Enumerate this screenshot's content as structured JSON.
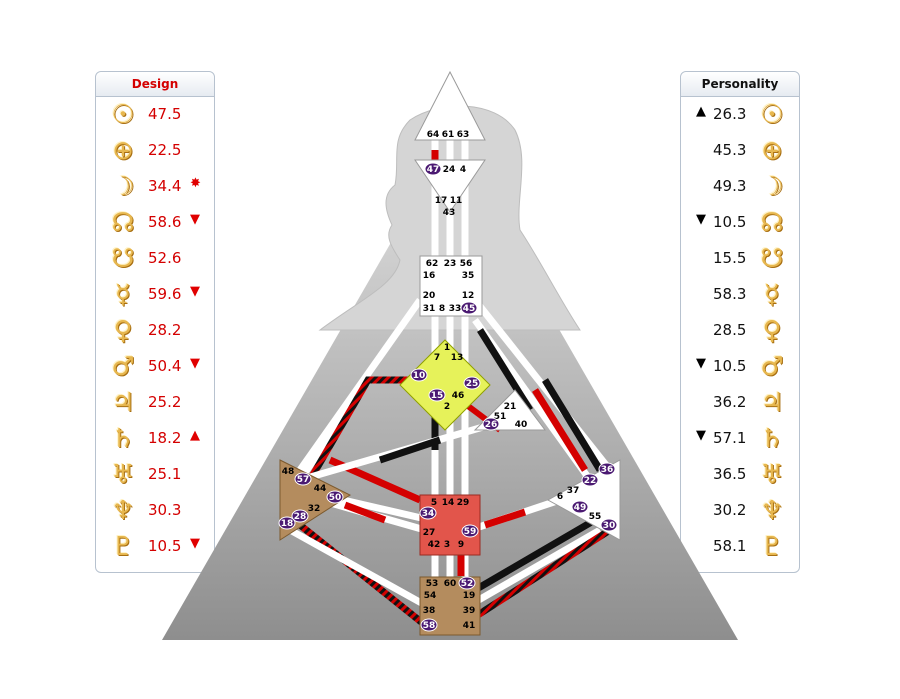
{
  "design": {
    "title": "Design",
    "rows": [
      {
        "planet": "sun-icon",
        "glyph": "☉",
        "value": "47.5",
        "mark": ""
      },
      {
        "planet": "earth-icon",
        "glyph": "⊕",
        "value": "22.5",
        "mark": ""
      },
      {
        "planet": "moon-icon",
        "glyph": "☽",
        "value": "34.4",
        "mark": "✸"
      },
      {
        "planet": "north-node-icon",
        "glyph": "☊",
        "value": "58.6",
        "mark": "▼"
      },
      {
        "planet": "south-node-icon",
        "glyph": "☋",
        "value": "52.6",
        "mark": ""
      },
      {
        "planet": "mercury-icon",
        "glyph": "☿",
        "value": "59.6",
        "mark": "▼"
      },
      {
        "planet": "venus-icon",
        "glyph": "♀",
        "value": "28.2",
        "mark": ""
      },
      {
        "planet": "mars-icon",
        "glyph": "♂",
        "value": "50.4",
        "mark": "▼"
      },
      {
        "planet": "jupiter-icon",
        "glyph": "♃",
        "value": "25.2",
        "mark": ""
      },
      {
        "planet": "saturn-icon",
        "glyph": "♄",
        "value": "18.2",
        "mark": "▲"
      },
      {
        "planet": "uranus-icon",
        "glyph": "♅",
        "value": "25.1",
        "mark": ""
      },
      {
        "planet": "neptune-icon",
        "glyph": "♆",
        "value": "30.3",
        "mark": ""
      },
      {
        "planet": "pluto-icon",
        "glyph": "♇",
        "value": "10.5",
        "mark": "▼"
      }
    ]
  },
  "personality": {
    "title": "Personality",
    "rows": [
      {
        "planet": "sun-icon",
        "glyph": "☉",
        "value": "26.3",
        "mark": "▲"
      },
      {
        "planet": "earth-icon",
        "glyph": "⊕",
        "value": "45.3",
        "mark": ""
      },
      {
        "planet": "moon-icon",
        "glyph": "☽",
        "value": "49.3",
        "mark": ""
      },
      {
        "planet": "north-node-icon",
        "glyph": "☊",
        "value": "10.5",
        "mark": "▼"
      },
      {
        "planet": "south-node-icon",
        "glyph": "☋",
        "value": "15.5",
        "mark": ""
      },
      {
        "planet": "mercury-icon",
        "glyph": "☿",
        "value": "58.3",
        "mark": ""
      },
      {
        "planet": "venus-icon",
        "glyph": "♀",
        "value": "28.5",
        "mark": ""
      },
      {
        "planet": "mars-icon",
        "glyph": "♂",
        "value": "10.5",
        "mark": "▼"
      },
      {
        "planet": "jupiter-icon",
        "glyph": "♃",
        "value": "36.2",
        "mark": ""
      },
      {
        "planet": "saturn-icon",
        "glyph": "♄",
        "value": "57.1",
        "mark": "▼"
      },
      {
        "planet": "uranus-icon",
        "glyph": "♅",
        "value": "36.5",
        "mark": ""
      },
      {
        "planet": "neptune-icon",
        "glyph": "♆",
        "value": "30.2",
        "mark": ""
      },
      {
        "planet": "pluto-icon",
        "glyph": "♇",
        "value": "58.1",
        "mark": ""
      }
    ]
  },
  "colors": {
    "design_red": "#d40000",
    "personality_black": "#111111",
    "glyph_gold": "#e7b74f",
    "head_center": "#ffffff",
    "g_center": "#e6f25a",
    "sacral_center": "#e2554b",
    "root_center": "#b48c5e",
    "spleen_center": "#b48c5e",
    "active_gate": "#4b1a72"
  },
  "gates": {
    "head": [
      "64",
      "61",
      "63"
    ],
    "ajna": [
      "47",
      "24",
      "4"
    ],
    "ajna_low": [
      "17",
      "11",
      "43"
    ],
    "throat": [
      "62",
      "23",
      "56",
      "16",
      "35",
      "20",
      "12",
      "31",
      "8",
      "33",
      "45"
    ],
    "g": [
      "1",
      "7",
      "13",
      "10",
      "25",
      "15",
      "46",
      "2"
    ],
    "ego": [
      "21",
      "51",
      "26",
      "40"
    ],
    "spleen": [
      "48",
      "57",
      "44",
      "50",
      "32",
      "28",
      "18"
    ],
    "sacral": [
      "5",
      "14",
      "29",
      "34",
      "27",
      "59",
      "42",
      "3",
      "9"
    ],
    "solar": [
      "36",
      "37",
      "22",
      "6",
      "49",
      "55",
      "30"
    ],
    "root": [
      "53",
      "60",
      "52",
      "54",
      "19",
      "38",
      "39",
      "58",
      "41"
    ],
    "active": [
      "47",
      "45",
      "10",
      "25",
      "15",
      "26",
      "57",
      "50",
      "28",
      "18",
      "34",
      "59",
      "52",
      "58",
      "36",
      "22",
      "49",
      "30"
    ]
  }
}
